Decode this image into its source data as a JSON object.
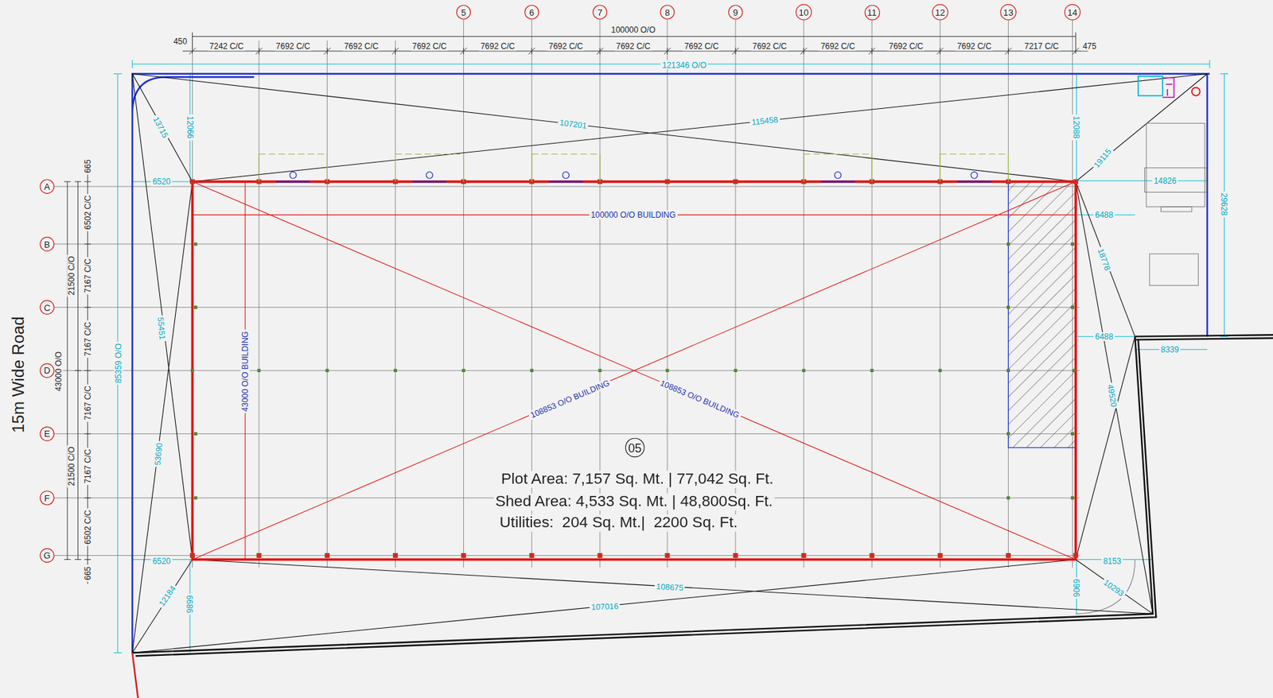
{
  "diagram": {
    "nodes": [
      {
        "text": [
          "5"
        ]
      },
      {
        "text": [
          "6"
        ]
      },
      {
        "text": [
          "7"
        ]
      },
      {
        "text": [
          "8"
        ]
      },
      {
        "text": [
          "9"
        ]
      },
      {
        "text": [
          "10"
        ]
      },
      {
        "text": [
          "11"
        ]
      },
      {
        "text": [
          "12"
        ]
      },
      {
        "text": [
          "13"
        ]
      },
      {
        "text": [
          "14"
        ]
      },
      {
        "text": [
          "A"
        ]
      },
      {
        "text": [
          "B"
        ]
      },
      {
        "text": [
          "C"
        ]
      },
      {
        "text": [
          "D"
        ]
      },
      {
        "text": [
          "E"
        ]
      },
      {
        "text": [
          "F"
        ]
      },
      {
        "text": [
          "G"
        ]
      },
      {
        "text": [
          "05"
        ]
      }
    ],
    "labels": [
      "450",
      "7242 C/C",
      "7692 C/C",
      "7692 C/C",
      "7692 C/C",
      "7692 C/C",
      "7692 C/C",
      "7692 C/C",
      "7692 C/C",
      "7692 C/C",
      "7692 C/C",
      "7692 C/C",
      "7692 C/C",
      "7217 C/C",
      "100000 O/O",
      "475",
      "121346 O/O",
      "13715",
      "12066",
      "107201",
      "115458",
      "12088",
      "19115",
      "14826",
      "29628",
      "6520",
      "100000 O/O BUILDING",
      "6488",
      "18778",
      "6488",
      "8339",
      "43000 O/O BUILDING",
      "55451",
      "85359 O/O",
      "108853 O/O BUILDING",
      "108853 O/O BUILDING",
      "49520",
      "53690",
      "Plot Area: 7,157 Sq. Mt. | 77,042 Sq. Ft.",
      "Shed Area: 4,533 Sq. Mt. | 48,800Sq. Ft.",
      "Utilities:  204 Sq. Mt.|  2200 Sq. Ft.",
      "6520",
      "8153",
      "10293",
      "12184",
      "9899",
      "108675",
      "107016",
      "9069",
      "665",
      "6502 C/C",
      "7167 C/C",
      "7167 C/C",
      "7167 C/C",
      "7167 C/C",
      "6502 C/C",
      "665",
      "21500 C/O",
      "21500 C/O",
      "43000 O/O",
      "15m Wide Road"
    ]
  }
}
